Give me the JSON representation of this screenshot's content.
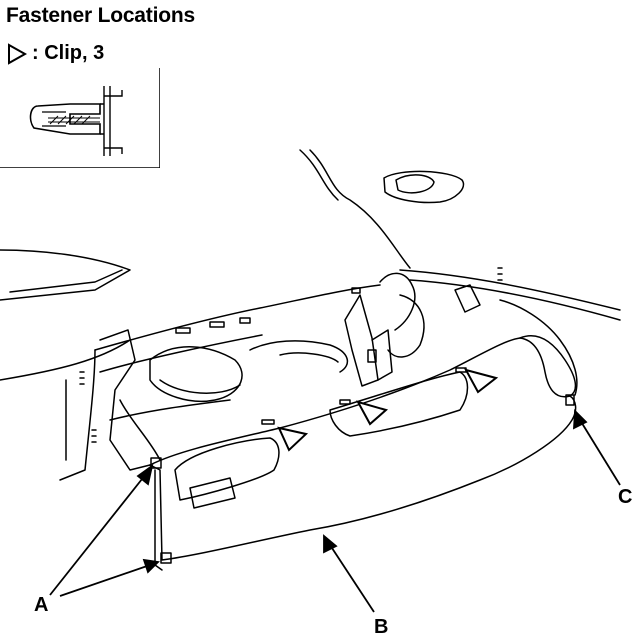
{
  "header": {
    "title": "Fastener Locations",
    "legend_label": ": Clip, 3",
    "legend_icon": "triangle-outline-icon"
  },
  "callouts": {
    "a": "A",
    "b": "B",
    "c": "C"
  },
  "colors": {
    "line": "#000000",
    "background": "#ffffff"
  }
}
